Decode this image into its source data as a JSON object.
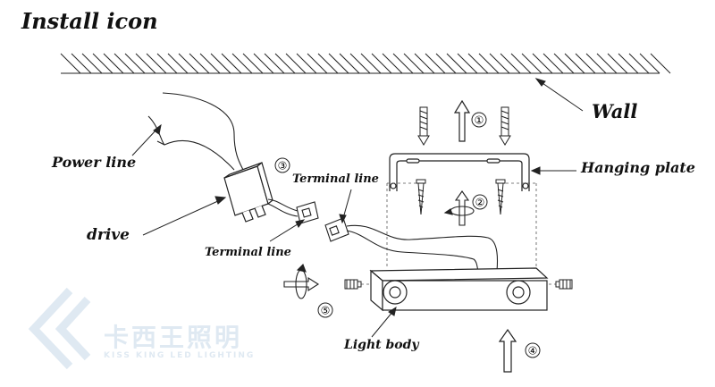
{
  "title": "Install icon",
  "labels": {
    "wall": "Wall",
    "power_line": "Power line",
    "hanging_plate": "Hanging plate",
    "terminal_line_top": "Terminal line",
    "drive": "drive",
    "terminal_line_bottom": "Terminal line",
    "light_body": "Light body"
  },
  "steps": [
    "①",
    "②",
    "③",
    "④",
    "⑤"
  ],
  "watermark": {
    "brand_cn": "卡西王照明",
    "brand_en": "KISS KING LED LIGHTING"
  },
  "colors": {
    "line": "#222222",
    "watermark": "#dfe9f2"
  }
}
